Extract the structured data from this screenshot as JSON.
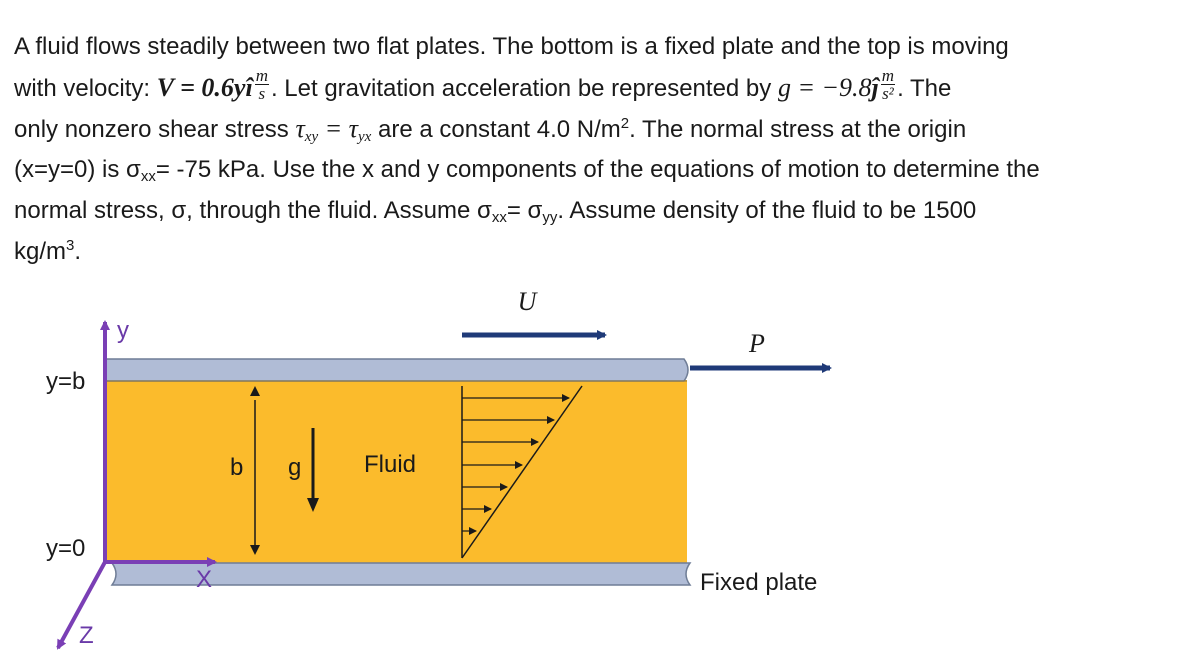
{
  "problem": {
    "l1": "A fluid flows steadily between two flat plates.  The bottom is a fixed plate and the top is moving",
    "l2a": "with velocity: ",
    "l2_eq": "V = 0.6y",
    "l2_unit_num": "m",
    "l2_unit_den": "s",
    "l2b": ".  Let gravitation acceleration be represented by ",
    "l2_g": "g = −9.8",
    "l2_g_num": "m",
    "l2_g_den": "s²",
    "l2c": ".  The",
    "l3a": "only nonzero shear stress ",
    "l3_eq": "τ",
    "l3_xy": "xy",
    "l3_eq2": " = τ",
    "l3_yx": "yx",
    "l3b": " are a constant 4.0 N/m",
    "l3_sup": "2",
    "l3c": ".  The normal stress at the origin",
    "l4a": "(x=y=0) is σ",
    "l4_sub": "xx",
    "l4b": "= -75 kPa. Use the x and y components of the equations of motion to determine the",
    "l5a": "normal stress, σ, through the fluid.  Assume σ",
    "l5_sub1": "xx",
    "l5b": "= σ",
    "l5_sub2": "yy",
    "l5c": ".  Assume density of the fluid to be 1500",
    "l6a": "kg/m",
    "l6_sup": "3",
    "l6b": "."
  },
  "diagram": {
    "label_U": "U",
    "label_P": "P",
    "label_y": "y",
    "label_yb": "y=b",
    "label_y0": "y=0",
    "label_x": "X",
    "label_z": "Z",
    "label_b": "b",
    "label_g": "g",
    "label_fluid": "Fluid",
    "label_fixed": "Fixed plate",
    "colors": {
      "fluid": "#fbbb2c",
      "plate": "#b0bcd6",
      "plate_edge": "#6f7d96",
      "arrow": "#1f3a78",
      "axis": "#7a3fb5"
    }
  }
}
